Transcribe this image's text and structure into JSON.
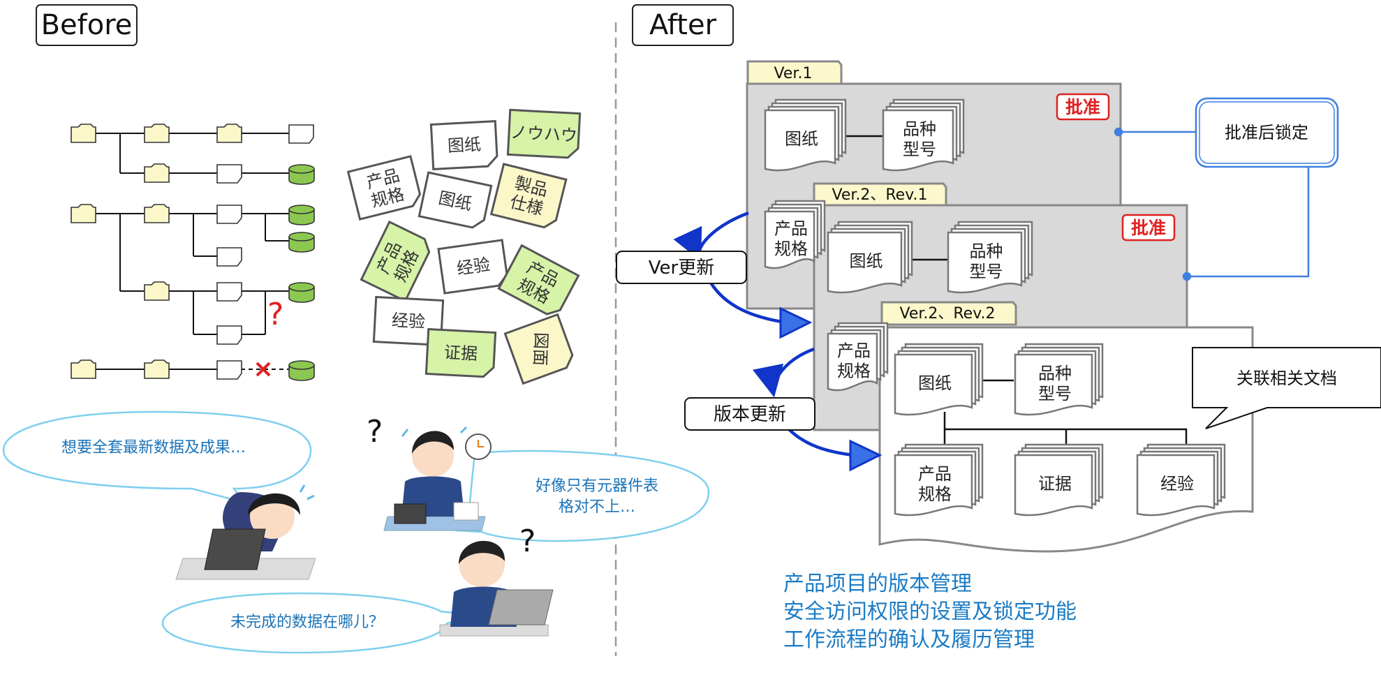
{
  "before": {
    "title": "Before",
    "notes": {
      "sticky_drawing_1": "图纸",
      "sticky_knowhow": "ノウハウ",
      "sticky_spec_1": "产品\n规格",
      "sticky_drawing_2": "图纸",
      "sticky_spec_jp": "製品\n仕様",
      "sticky_spec_2": "产品\n规格",
      "sticky_experience_1": "经验",
      "sticky_spec_3": "产品\n规格",
      "sticky_experience_2": "经验",
      "sticky_evidence": "证据",
      "sticky_drawing_jp": "図面"
    },
    "speech_1": "想要全套最新数据及成果…",
    "speech_2": "好像只有元器件表\n格对不上…",
    "speech_3": "未完成的数据在哪儿？",
    "question_mark": "?"
  },
  "after": {
    "title": "After",
    "version_1_tab": "Ver.1",
    "version_2_tab": "Ver.2、Rev.1",
    "version_3_tab": "Ver.2、Rev.2",
    "approved_stamp": "批准",
    "lock_label": "批准后锁定",
    "ver_update_label": "Ver更新",
    "revision_update_label": "版本更新",
    "related_docs_label": "关联相关文档",
    "doc_drawing": "图纸",
    "doc_model": "品种\n型号",
    "doc_spec": "产品\n规格",
    "doc_evidence": "证据",
    "doc_experience": "经验"
  },
  "summary": [
    "产品项目的版本管理",
    "安全访问权限的设置及锁定功能",
    "工作流程的确认及履历管理"
  ],
  "colors": {
    "folder_fill": "#fbf7c9",
    "db_fill": "#8cc751",
    "sticky_green": "#d6f3a8",
    "sticky_yellow": "#fbf7c9",
    "panel_gray": "#d9d9d9",
    "approved_red": "#e02020",
    "link_blue": "#3f7fe0",
    "arrow_blue": "#1035c8",
    "text_blue": "#1a7bc4"
  }
}
